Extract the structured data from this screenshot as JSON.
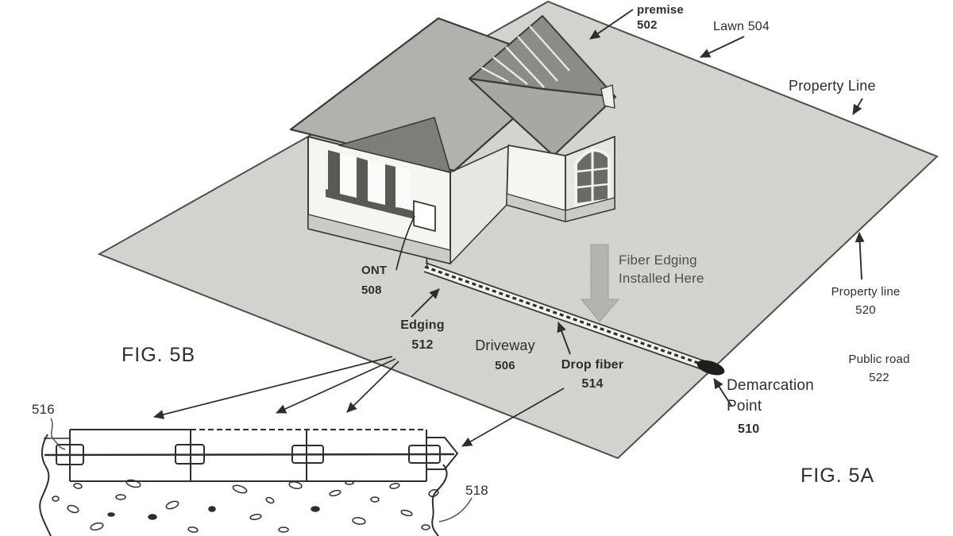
{
  "title": "Patent figure - fiber edging installed at premise",
  "colors": {
    "ink": "#2e2e2a",
    "line": "#3a3a36",
    "lawn": "#d5d5d2",
    "lawn-edge": "#4a4a46",
    "roof-light": "#b1b1ae",
    "roof-dark": "#7d7d7a",
    "roof-mid": "#a7a7a4",
    "roof-stripe-band": "#8b8b88",
    "wall": "#f5f5f2",
    "wall-shade": "#e6e6e3",
    "foundation": "#cbcbc8",
    "window-frame": "#5a5a55",
    "gray-note": "#4f4f4b",
    "block-arrow": "#b3b3b0",
    "demarcation-dot": "#1e1e1c"
  },
  "fig5a": {
    "caption": "FIG. 5A",
    "labels": {
      "premise": {
        "line1": "premise",
        "line2": "502"
      },
      "lawn": {
        "text": "Lawn 504"
      },
      "property_line_top": {
        "text": "Property Line"
      },
      "fiber_edging_note": {
        "line1": "Fiber Edging",
        "line2": "Installed Here"
      },
      "ont": {
        "line1": "ONT",
        "line2": "508"
      },
      "edging": {
        "line1": "Edging",
        "line2": "512"
      },
      "driveway": {
        "line1": "Driveway",
        "line2": "506"
      },
      "drop_fiber": {
        "line1": "Drop fiber",
        "line2": "514"
      },
      "demarcation": {
        "line1": "Demarcation",
        "line2": "Point",
        "line3": "510"
      },
      "property_line_right": {
        "line1": "Property line",
        "line2": "520"
      },
      "public_road": {
        "line1": "Public road",
        "line2": "522"
      }
    }
  },
  "fig5b": {
    "caption": "FIG. 5B",
    "labels": {
      "fiber_ref": "516",
      "soil_ref": "518"
    }
  }
}
